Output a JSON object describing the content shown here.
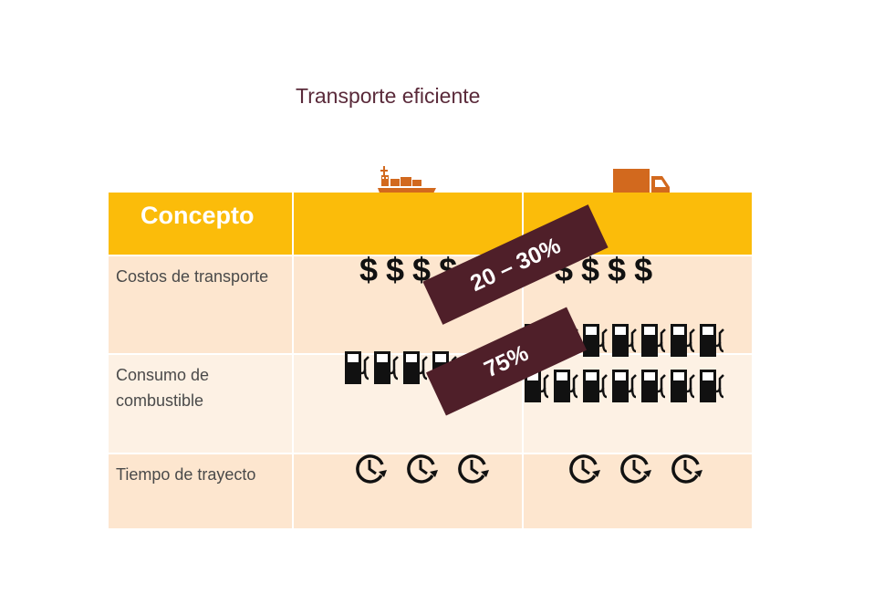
{
  "title": "Transporte eficiente",
  "header": {
    "concept_label": "Concepto",
    "column_icons": [
      "ship-icon",
      "truck-icon"
    ],
    "icon_color": "#d2691e"
  },
  "rows": [
    {
      "label": "Costos de transporte",
      "ship_icon": "dollar-sign",
      "truck_icon": "dollar-sign",
      "ship_text": "$$$$",
      "truck_text": "$$$$"
    },
    {
      "label": "Consumo de combustible",
      "ship_icon": "fuel-pump-icon",
      "truck_icon": "fuel-pump-icon"
    },
    {
      "label": "Tiempo de trayecto",
      "ship_icon": "clock-icon",
      "truck_icon": "clock-icon"
    }
  ],
  "banners": {
    "cost_savings": "20 – 30%",
    "fuel_savings": "75%"
  },
  "colors": {
    "header": "#fbbc0a",
    "row_dark": "#fde6cf",
    "row_light": "#fdf1e4",
    "banner": "#4f1f29",
    "title": "#5a2a3a"
  }
}
